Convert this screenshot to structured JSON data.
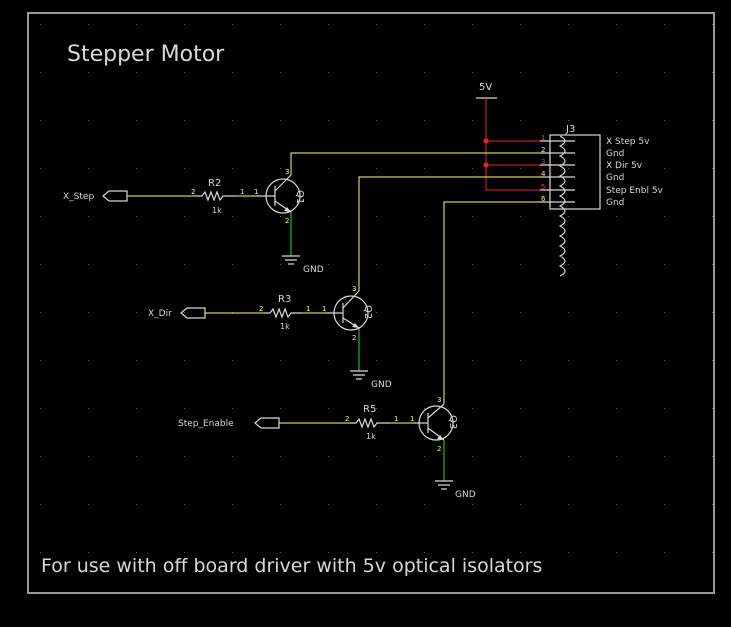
{
  "title": "Stepper Motor",
  "footer": "For use with off board driver with 5v optical isolators",
  "power": "5V",
  "gnd": "GND",
  "connector": {
    "ref": "J3",
    "pins": [
      "1",
      "2",
      "3",
      "4",
      "5",
      "6"
    ],
    "labels": [
      "X Step 5v",
      "Gnd",
      "X Dir 5v",
      "Gnd",
      "Step Enbl 5v",
      "Gnd"
    ]
  },
  "ports": [
    "X_Step",
    "X_Dir",
    "Step_Enable"
  ],
  "resistors": [
    {
      "ref": "R2",
      "value": "1k"
    },
    {
      "ref": "R3",
      "value": "1k"
    },
    {
      "ref": "R5",
      "value": "1k"
    }
  ],
  "transistors": [
    "Q1",
    "Q2",
    "Q3"
  ],
  "pin_numbers": {
    "one": "1",
    "two": "2",
    "three": "3"
  },
  "colors": {
    "background": "#000000",
    "net_wire": "#ffff66",
    "power_wire": "#ee2222",
    "ground_wire": "#22dd22",
    "text": "#d8d8d8"
  }
}
